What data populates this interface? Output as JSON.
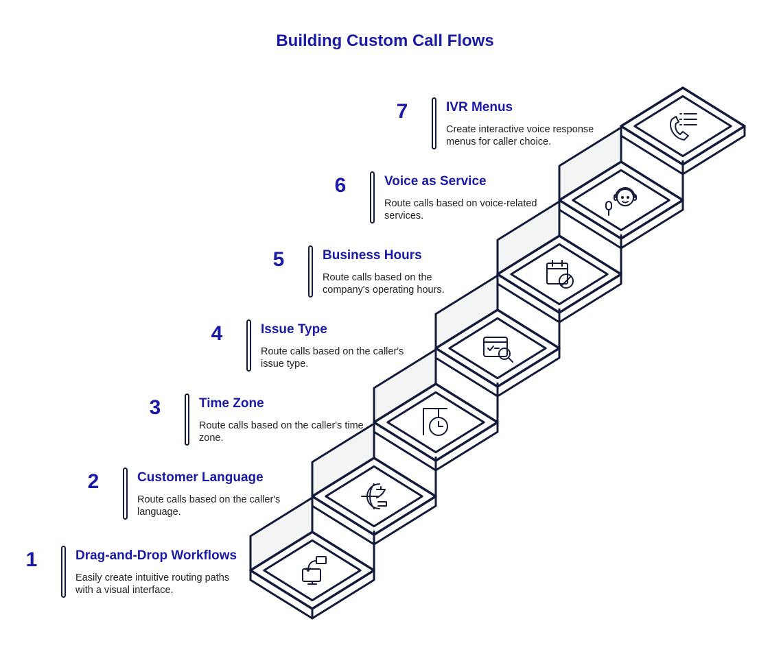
{
  "title": "Building Custom Call Flows",
  "colors": {
    "accent": "#1a1aa6",
    "stroke": "#141a3a",
    "riser": "#f3f4f4"
  },
  "steps": [
    {
      "number": "1",
      "title": "Drag-and-Drop Workflows",
      "description": "Easily create intuitive routing paths with a visual interface.",
      "icon": "workflow-monitor-icon"
    },
    {
      "number": "2",
      "title": "Customer Language",
      "description": "Route calls based on the caller's language.",
      "icon": "globe-language-icon"
    },
    {
      "number": "3",
      "title": "Time Zone",
      "description": "Route calls based on the caller's time zone.",
      "icon": "clock-timezone-icon"
    },
    {
      "number": "4",
      "title": "Issue Type",
      "description": "Route calls based on the caller's issue type.",
      "icon": "search-document-icon"
    },
    {
      "number": "5",
      "title": "Business Hours",
      "description": "Route calls based on the company's operating hours.",
      "icon": "calendar-blocked-icon"
    },
    {
      "number": "6",
      "title": "Voice as Service",
      "description": "Route calls based on voice-related services.",
      "icon": "headset-agent-icon"
    },
    {
      "number": "7",
      "title": "IVR Menus",
      "description": "Create interactive voice response menus for caller choice.",
      "icon": "phone-menu-icon"
    }
  ]
}
